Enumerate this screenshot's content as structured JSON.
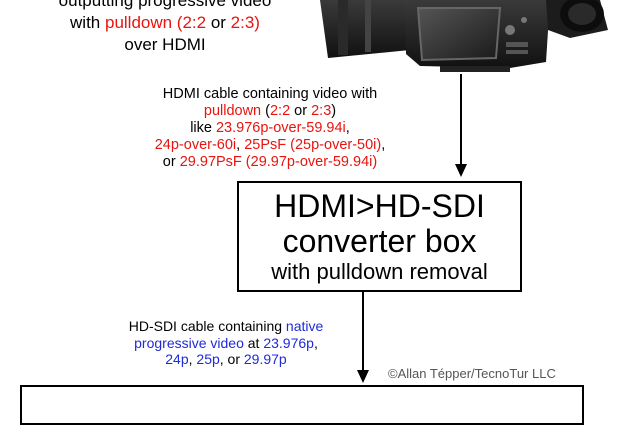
{
  "top_text": {
    "line1": "outputting progressive video",
    "line2_prefix": "with ",
    "line2_red": "pulldown (2:2",
    "line2_mid": " or ",
    "line2_red2": "2:3)",
    "line3": "over HDMI"
  },
  "hdmi_caption": {
    "line1": "HDMI cable containing video with",
    "line2_red": "pulldown",
    "line2_mid": " (",
    "line2_red2": "2:2",
    "line2_or": " or ",
    "line2_red3": "2:3",
    "line2_end": ")",
    "line3_prefix": "like ",
    "line3_red": "23.976p-over-59.94i",
    "line3_end": ",",
    "line4_red": "24p-over-60i",
    "line4_sep": ", ",
    "line4_red2": "25PsF (25p-over-50i)",
    "line4_end": ",",
    "line5_prefix": "or ",
    "line5_red": "29.97PsF (29.97p-over-59.94i)"
  },
  "converter": {
    "line1": "HDMI>HD-SDI",
    "line2": "converter box",
    "line3": "with pulldown removal"
  },
  "sdi_caption": {
    "line1_prefix": "HD-SDI cable containing ",
    "line1_blue": "native",
    "line2_blue": "progressive video",
    "line2_mid": " at ",
    "line2_blue2": "23.976p",
    "line2_end": ",",
    "line3_blue": "24p",
    "line3_sep": ", ",
    "line3_blue2": "25p",
    "line3_or": ", or ",
    "line3_blue3": "29.97p"
  },
  "copyright": "©Allan Tépper/TecnoTur LLC",
  "colors": {
    "red": "#e8140f",
    "blue": "#1f2bd6"
  }
}
